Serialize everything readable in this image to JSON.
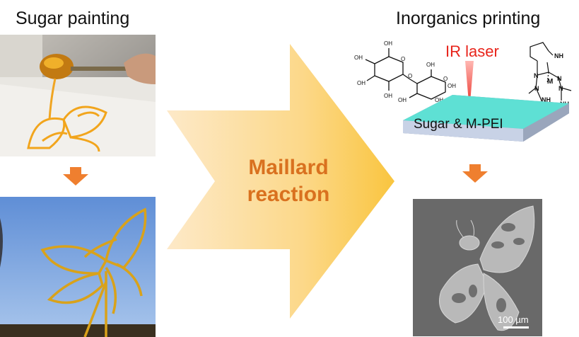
{
  "left_panel": {
    "title": "Sugar painting"
  },
  "right_panel": {
    "title": "Inorganics printing"
  },
  "center": {
    "line1": "Maillard",
    "line2": "reaction"
  },
  "laser": {
    "label": "IR laser"
  },
  "substrate": {
    "label": "Sugar & M-PEI"
  },
  "sem": {
    "scale_label": "100 µm"
  },
  "structures": {
    "sugar_groups": [
      "OH",
      "OH",
      "OH",
      "OH",
      "OH",
      "OH",
      "OH",
      "OH",
      "O",
      "O",
      "O"
    ],
    "complex_labels": [
      "NH",
      "N",
      "N",
      "M",
      "N",
      "N",
      "NH",
      "NH",
      "NH"
    ]
  },
  "colors": {
    "arrow_orange": "#ef7f2f",
    "maillard_text": "#d9711f",
    "laser_red": "#e8241b",
    "substrate_top": "#5ee0d4",
    "substrate_side": "#b8c4d8"
  }
}
